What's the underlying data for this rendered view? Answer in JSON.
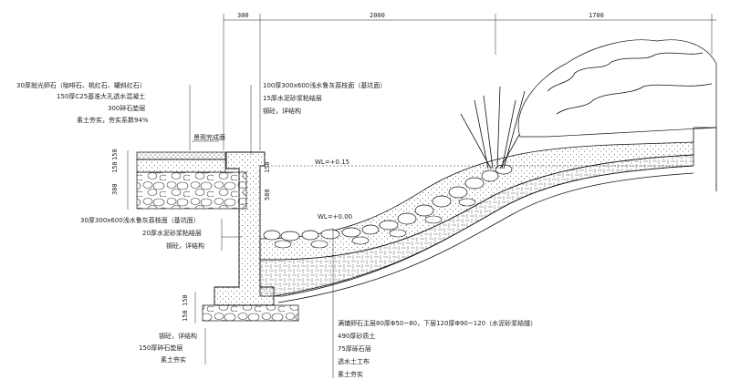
{
  "dimensions": {
    "top": [
      "300",
      "2000",
      "1700"
    ],
    "left_upper": [
      "150",
      "150"
    ],
    "left_wall": "300",
    "wall_pool": "580",
    "waterline": "150",
    "footing": [
      "150",
      "150"
    ]
  },
  "labels_top_left": [
    "30厚抛光卵石（咖啡石、桃红石、罐斜红石）",
    "150厚C25基准大孔透水混凝土",
    "300碎石垫层",
    "素土夯实，夯实系数94%"
  ],
  "labels_top_mid": [
    "100厚300x600浅水鲁灰荔枝面（基坑面）",
    "15厚水泥砂浆粘结层",
    "钢砼，详结构"
  ],
  "labels_left_wall": [
    "30厚300x600浅水鲁灰荔枝面（基坑面）",
    "20厚水泥砂浆粘结层",
    "钢砼，详结构"
  ],
  "labels_footing": [
    "钢砼，详结构",
    "150厚碎石垫层",
    "素土夯实"
  ],
  "labels_bottom": [
    "满铺卵石主层80厚Φ50~80，下层120厚Φ90~120（水泥砂浆结缝）",
    "490厚砂质土",
    "75厚砾石层",
    "透水土工布",
    "素土夯实"
  ],
  "level_marks": [
    "景观完成面",
    "WL=+0.15",
    "WL=+0.00"
  ]
}
